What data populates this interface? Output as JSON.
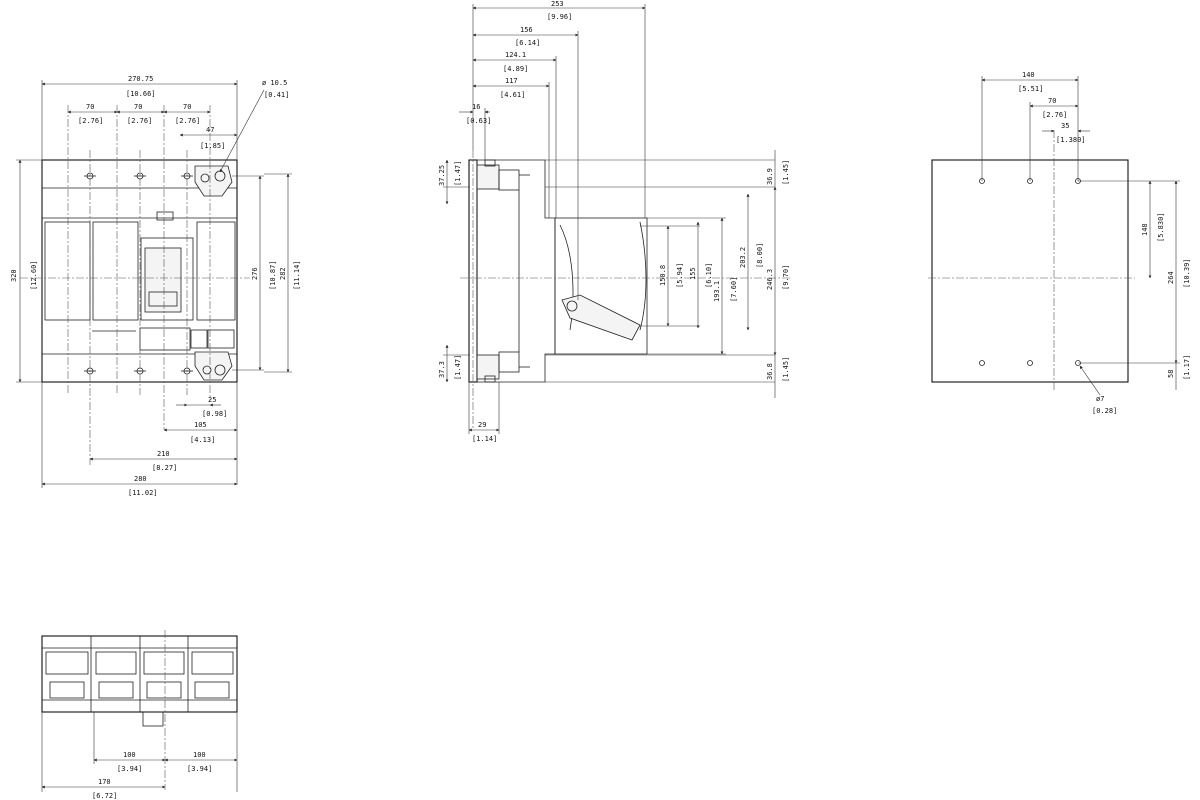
{
  "front_view": {
    "dims": {
      "overall_width": "270.75",
      "overall_width_in": "[10.66]",
      "pole_pitch_1": "70",
      "pole_pitch_1_in": "[2.76]",
      "pole_pitch_2": "70",
      "pole_pitch_2_in": "[2.76]",
      "pole_pitch_3": "70",
      "pole_pitch_3_in": "[2.76]",
      "hole_dia": "ø 10.5",
      "hole_dia_in": "[0.41]",
      "terminal_width": "47",
      "terminal_width_in": "[1.85]",
      "height_left": "320",
      "height_left_in": "[12.60]",
      "height_276": "276",
      "height_276_in": "[10.87]",
      "height_282": "282",
      "height_282_in": "[11.14]",
      "dim_25": "25",
      "dim_25_in": "[0.98]",
      "dim_105": "105",
      "dim_105_in": "[4.13]",
      "dim_210": "210",
      "dim_210_in": "[8.27]",
      "dim_280": "280",
      "dim_280_in": "[11.02]"
    }
  },
  "side_view": {
    "dims": {
      "d253": "253",
      "d253_in": "[9.96]",
      "d156": "156",
      "d156_in": "[6.14]",
      "d124": "124.1",
      "d124_in": "[4.89]",
      "d117": "117",
      "d117_in": "[4.61]",
      "d16": "16",
      "d16_in": "[0.63]",
      "d3725": "37.25",
      "d3725_in": "[1.47]",
      "d373": "37.3",
      "d373_in": "[1.47]",
      "d29": "29",
      "d29_in": "[1.14]",
      "d1508": "150.8",
      "d1508_in": "[5.94]",
      "d155": "155",
      "d155_in": "[6.10]",
      "d1931": "193.1",
      "d1931_in": "[7.60]",
      "d2032": "203.2",
      "d2032_in": "[8.00]",
      "d2463": "246.3",
      "d2463_in": "[9.70]",
      "d369a": "36.9",
      "d369a_in": "[1.45]",
      "d368": "36.8",
      "d368_in": "[1.45]"
    }
  },
  "cutout_view": {
    "dims": {
      "d140": "140",
      "d140_in": "[5.51]",
      "d70": "70",
      "d70_in": "[2.76]",
      "d35": "35",
      "d35_in": "[1.380]",
      "d148": "148",
      "d148_in": "[5.830]",
      "d264": "264",
      "d264_in": "[10.39]",
      "d58": "58",
      "d58_in": "[1.17]",
      "hole": "ø7",
      "hole_in": "[0.28]"
    }
  },
  "bottom_view": {
    "dims": {
      "d100a": "100",
      "d100a_in": "[3.94]",
      "d100b": "100",
      "d100b_in": "[3.94]",
      "d170": "170",
      "d170_in": "[6.72]"
    }
  }
}
